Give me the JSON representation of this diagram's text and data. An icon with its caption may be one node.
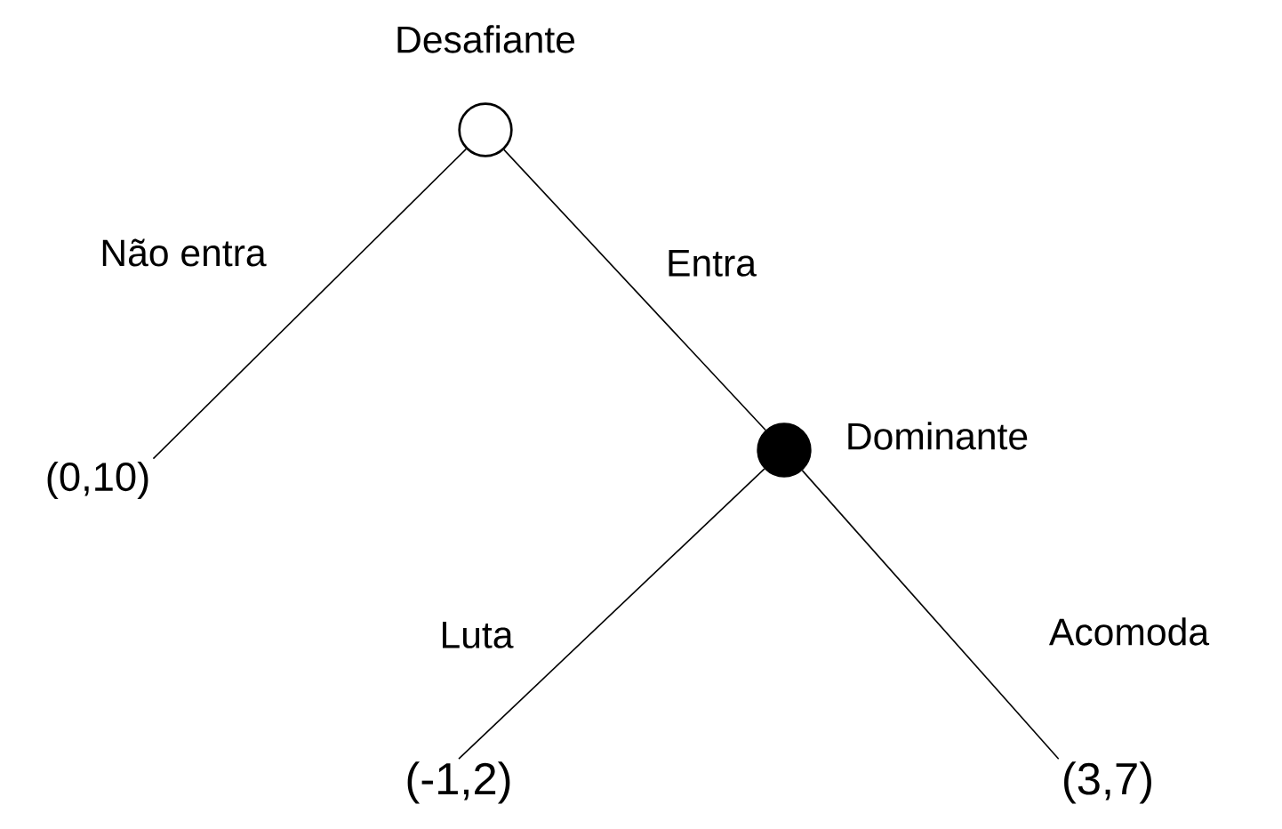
{
  "diagram": {
    "nodes": [
      {
        "text": [],
        "shape": "circle",
        "beside": [
          "Desafiante"
        ]
      },
      {
        "text": [
          "(0,10)"
        ]
      },
      {
        "text": [],
        "shape": "circle",
        "beside": [
          "Dominante"
        ]
      },
      {
        "text": [
          "(-1,2)"
        ]
      },
      {
        "text": [
          "(3,7)"
        ]
      }
    ],
    "edges": [
      {
        "from": 0,
        "to": 1,
        "arrow": "none",
        "label": "Não entra"
      },
      {
        "from": 0,
        "to": 2,
        "arrow": "none",
        "label": "Entra"
      },
      {
        "from": 2,
        "to": 3,
        "arrow": "none",
        "label": "Luta"
      },
      {
        "from": 2,
        "to": 4,
        "arrow": "none",
        "label": "Acomoda"
      }
    ]
  }
}
